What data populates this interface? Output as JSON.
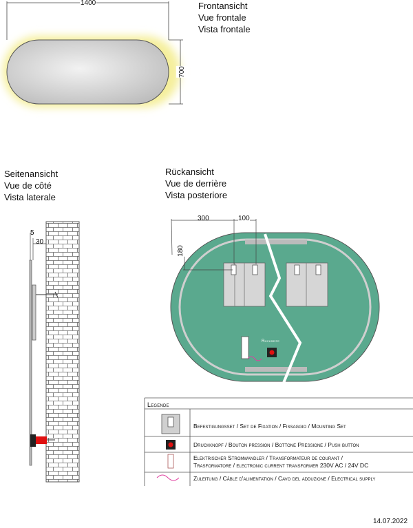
{
  "front": {
    "lines": [
      "Frontansicht",
      "Vue frontale",
      "Vista frontale"
    ],
    "dim_width": "1400",
    "dim_height": "700"
  },
  "side": {
    "lines": [
      "Seitenansicht",
      "Vue de côté",
      "Vista laterale"
    ],
    "dim_a": "5",
    "dim_b": "30"
  },
  "back": {
    "lines": [
      "Rückansicht",
      "Vue de derrière",
      "Vista posteriore"
    ],
    "dim_a": "300",
    "dim_b": "100",
    "dim_c": "180",
    "rueckseite": "Rückseite"
  },
  "legend": {
    "title": "Legende",
    "items": [
      {
        "text": "Befestigungsset / Set de Fixation / Fissaggio / Mounting Set"
      },
      {
        "text": "Druckknopf / Bouton pression / Bottone Pressione / Push button"
      },
      {
        "text": "Elektrischer Stromwandler / Transformateur de courant / Trasformatore / electronic current transformer 230V AC / 24V DC"
      },
      {
        "text": "Zuleitung / Câble d'alimentation / Cavo del adduzione / Electrical supply"
      }
    ]
  },
  "date": "14.07.2022",
  "colors": {
    "mirror_back": "#5aa98e",
    "glow": "#f4ee9a",
    "button_red": "#e01010"
  }
}
